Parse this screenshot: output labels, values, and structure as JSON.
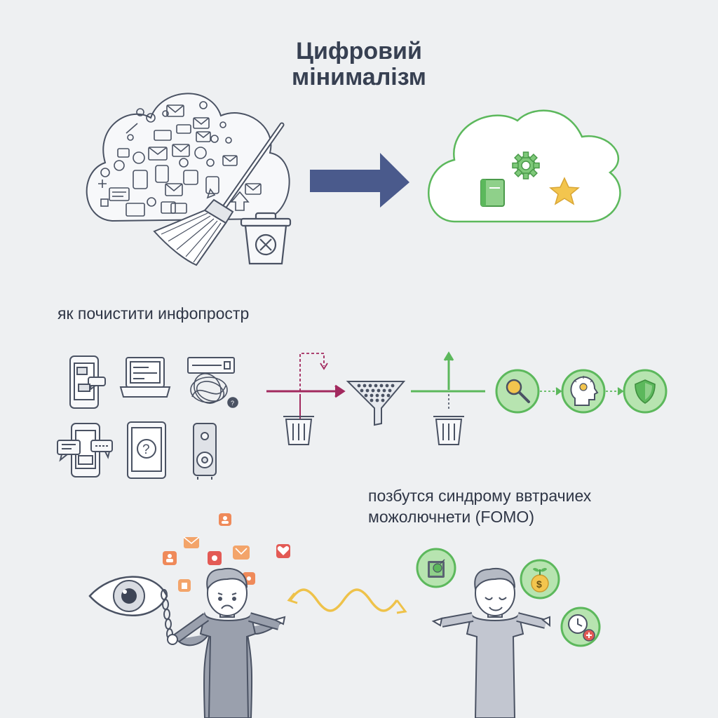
{
  "title": {
    "line1": "Цифровий",
    "line2": "мінималізм"
  },
  "section1": {
    "heading": "як почистити инфопростр"
  },
  "section2": {
    "line1": "позбутся синдрому ввтрачиех",
    "line2": "можолючнети (FOMO)"
  },
  "colors": {
    "background": "#eef0f2",
    "outline": "#4a5263",
    "arrow_blue": "#4a5a8c",
    "clean_green": "#5cb85c",
    "green_fill": "#b7e4b0",
    "magenta": "#a2295e",
    "yellow_wave": "#eec24a",
    "notif_orange": "#ef8a5a",
    "notif_red": "#e35a55",
    "star": "#f3c54e"
  },
  "icons": [
    "cluttered-cloud-icon",
    "broom-icon",
    "trash-can-icon",
    "clean-cloud-icon",
    "book-icon",
    "gear-icon",
    "star-icon",
    "smartphone-icon",
    "laptop-icon",
    "browser-window-icon",
    "tangled-lines-icon",
    "tablet-question-icon",
    "speaker-icon",
    "filter-funnel-icon",
    "magnifier-icon",
    "idea-head-icon",
    "shield-icon",
    "eye-icon",
    "chain-icon",
    "stressed-person-icon",
    "wave-icon",
    "calm-person-icon",
    "money-plant-icon",
    "clock-plus-icon"
  ]
}
